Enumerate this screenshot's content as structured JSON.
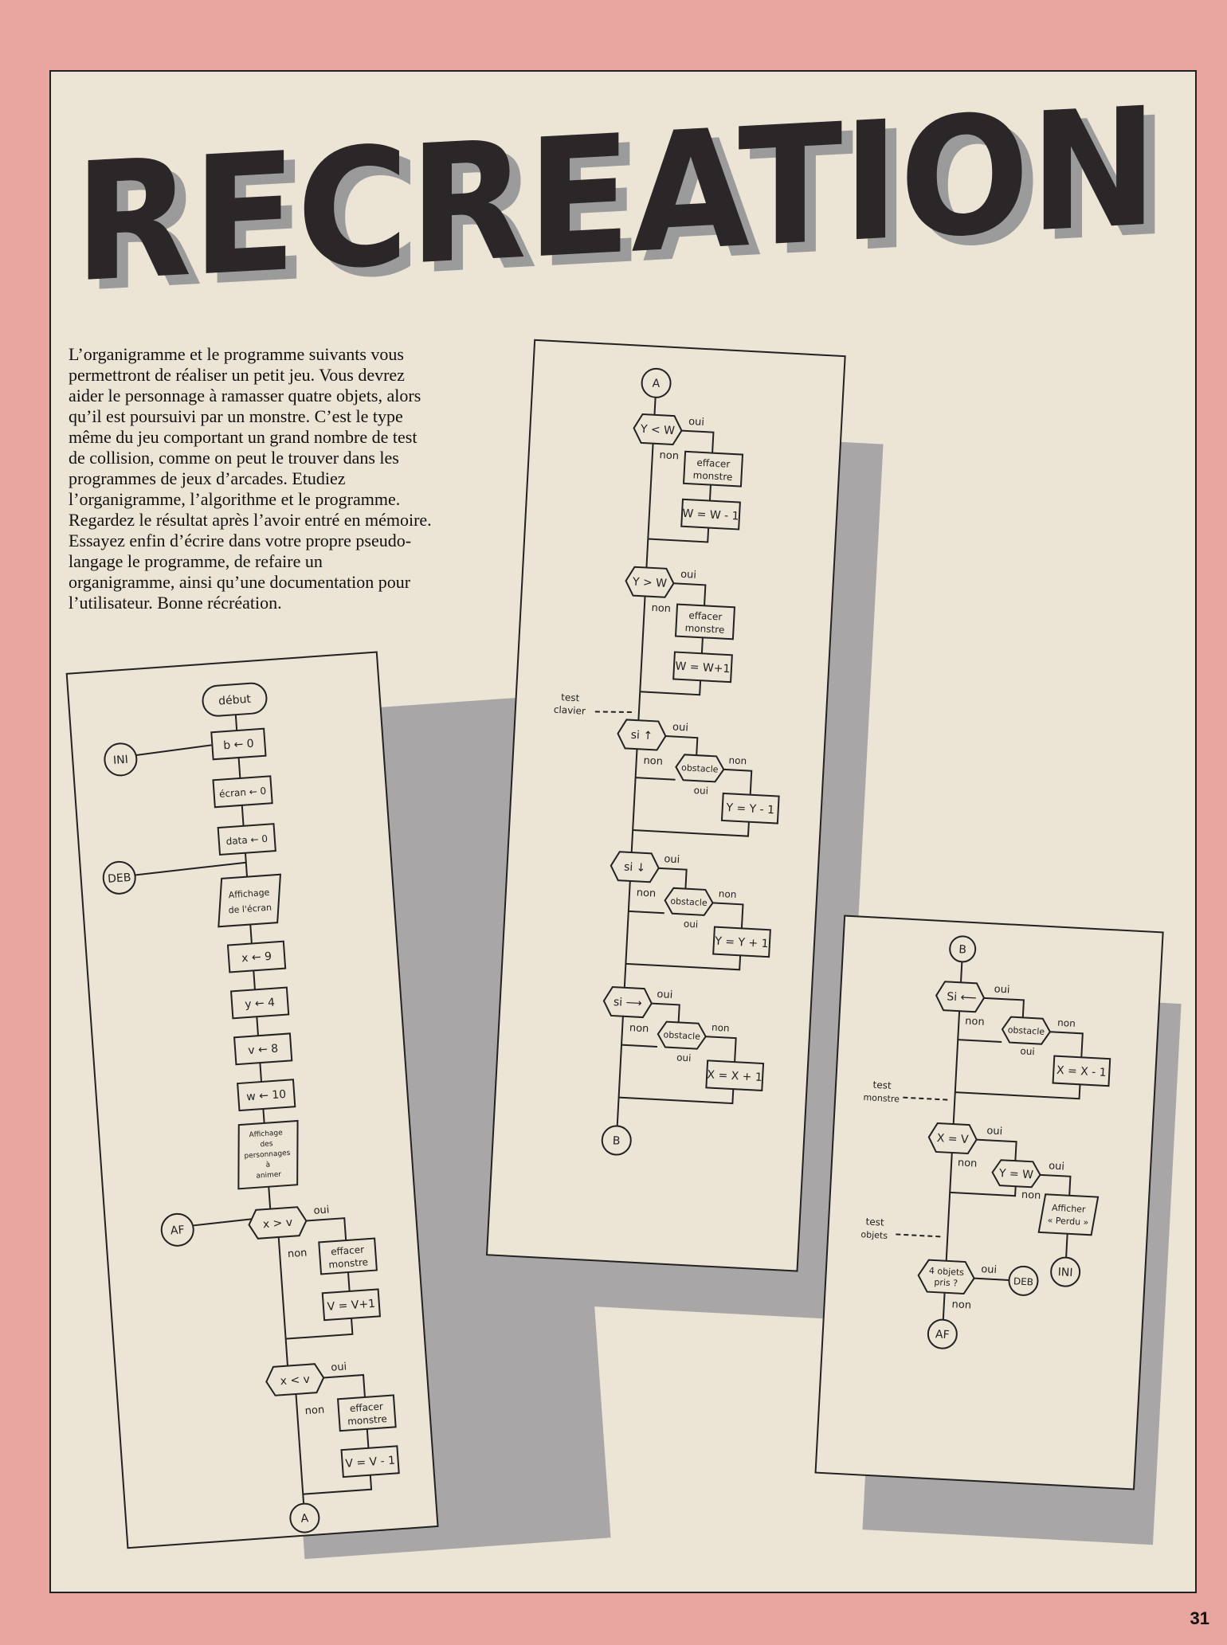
{
  "page": {
    "title": "RECREATION",
    "page_number": "31",
    "intro": "L’organigramme et le programme suivants vous\npermettront de réaliser un petit jeu. Vous devrez\naider le personnage à ramasser quatre objets, alors\nqu’il est poursuivi par un monstre. C’est le type\nmême du jeu comportant un grand nombre de test\nde collision, comme on peut le trouver dans les\nprogrammes de jeux d’arcades. Etudiez\nl’organigramme, l’algorithme et le programme.\nRegardez le résultat après l’avoir entré en mémoire.\nEssayez enfin d’écrire dans votre propre pseudo-\nlangage le programme, de refaire un\norganigramme, ainsi qu’une documentation pour\nl’utilisateur. Bonne récréation."
  },
  "flow1": {
    "debut": "début",
    "ini": "INI",
    "b0": "b ← 0",
    "ecran0": "écran ← 0",
    "data0": "data ← 0",
    "deb": "DEB",
    "aff_ecran_1": "Affichage",
    "aff_ecran_2": "de l'écran",
    "x9": "x ← 9",
    "y4": "y ← 4",
    "v8": "v ← 8",
    "w10": "w ← 10",
    "aff_pers_1": "Affichage",
    "aff_pers_2": "des",
    "aff_pers_3": "personnages",
    "aff_pers_4": "à",
    "aff_pers_5": "animer",
    "af": "AF",
    "xgtv": "x > v",
    "xltv": "x < v",
    "oui": "oui",
    "non": "non",
    "eff_1": "effacer",
    "eff_2": "monstre",
    "vp1": "V = V+1",
    "vm1": "V = V - 1",
    "a": "A"
  },
  "flow2": {
    "a": "A",
    "yltw": "Y < W",
    "ygtw": "Y > W",
    "oui": "oui",
    "non": "non",
    "eff_1": "effacer",
    "eff_2": "monstre",
    "wm1": "W = W - 1",
    "wp1": "W = W+1",
    "test_1": "test",
    "test_2": "clavier",
    "si_up": "si ↑",
    "si_down": "si ↓",
    "si_right": "si ⟶",
    "obstacle": "obstacle",
    "ym1": "Y = Y - 1",
    "yp1": "Y = Y + 1",
    "xp1": "X = X + 1",
    "b": "B"
  },
  "flow3": {
    "b": "B",
    "si_left": "Si ⟵",
    "oui": "oui",
    "non": "non",
    "obstacle": "obstacle",
    "xm1": "X = X - 1",
    "test_monstre_1": "test",
    "test_monstre_2": "monstre",
    "xeqv": "X = V",
    "yeqw": "Y = W",
    "afficher_1": "Afficher",
    "afficher_2": "« Perdu »",
    "ini": "INI",
    "test_objets_1": "test",
    "test_objets_2": "objets",
    "objets_1": "4 objets",
    "objets_2": "pris ?",
    "deb": "DEB",
    "af": "AF"
  }
}
